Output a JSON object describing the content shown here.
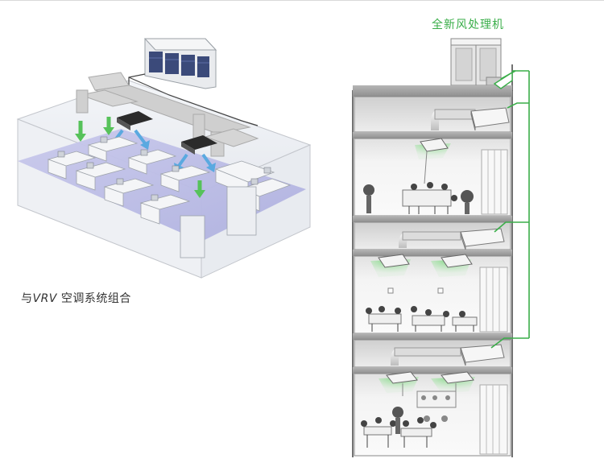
{
  "left_panel": {
    "caption_prefix": "与",
    "caption_vrv": "VRV",
    "caption_suffix": " 空调系统组合"
  },
  "right_panel": {
    "unit_label": "全新风处理机"
  },
  "colors": {
    "pipe_green": "#3aae49",
    "label_green": "#3aae49",
    "duct_gray": "#c8c8c8",
    "wall_gray": "#9a9a9a",
    "floor_tint": "#b7b7e2",
    "airflow_blue": "#5aa9e0",
    "airflow_green": "#56c25a"
  }
}
